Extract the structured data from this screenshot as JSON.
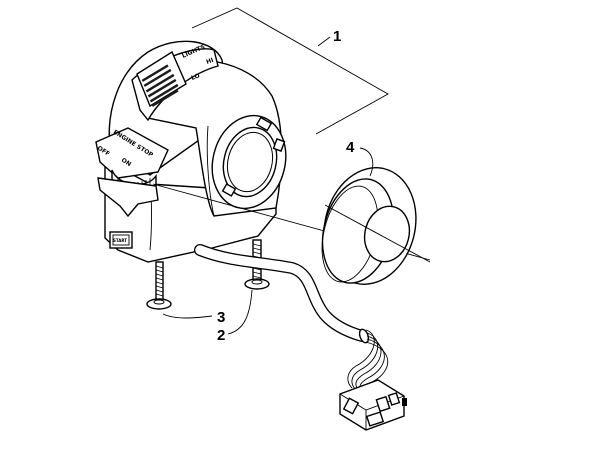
{
  "diagram": {
    "callouts": [
      {
        "id": "1",
        "label": "1"
      },
      {
        "id": "2",
        "label": "2"
      },
      {
        "id": "3",
        "label": "3"
      },
      {
        "id": "4",
        "label": "4"
      }
    ],
    "switch_labels": {
      "lights": "LIGHTS",
      "hi": "HI",
      "lo": "LO",
      "engine_stop": "ENGINE STOP",
      "off": "OFF",
      "on": "ON",
      "start": "START"
    }
  }
}
